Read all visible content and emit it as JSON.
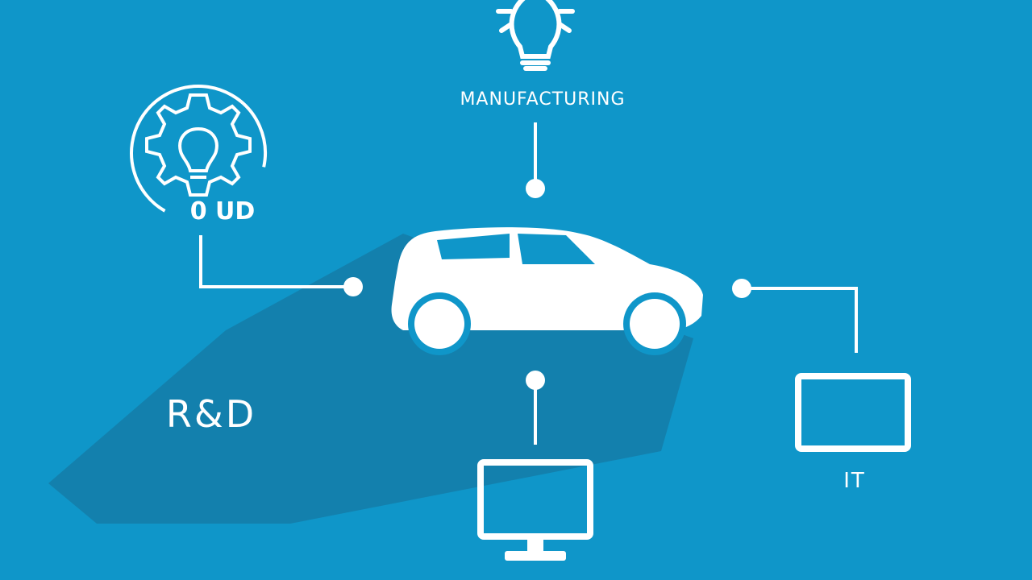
{
  "diagram": {
    "labels": {
      "manufacturing": "MANUFACTURING",
      "rnd": "R&D",
      "it": "IT",
      "gear_badge": "0 UD"
    }
  },
  "colors": {
    "background": "#0f96c9",
    "foreground": "#ffffff",
    "shadow": "#176f96"
  },
  "icons": {
    "top": "lightbulb-icon",
    "left": "gear-lightbulb-icon",
    "center": "car-icon",
    "bottom": "computer-monitor-icon",
    "right": "laptop-screen-icon"
  }
}
